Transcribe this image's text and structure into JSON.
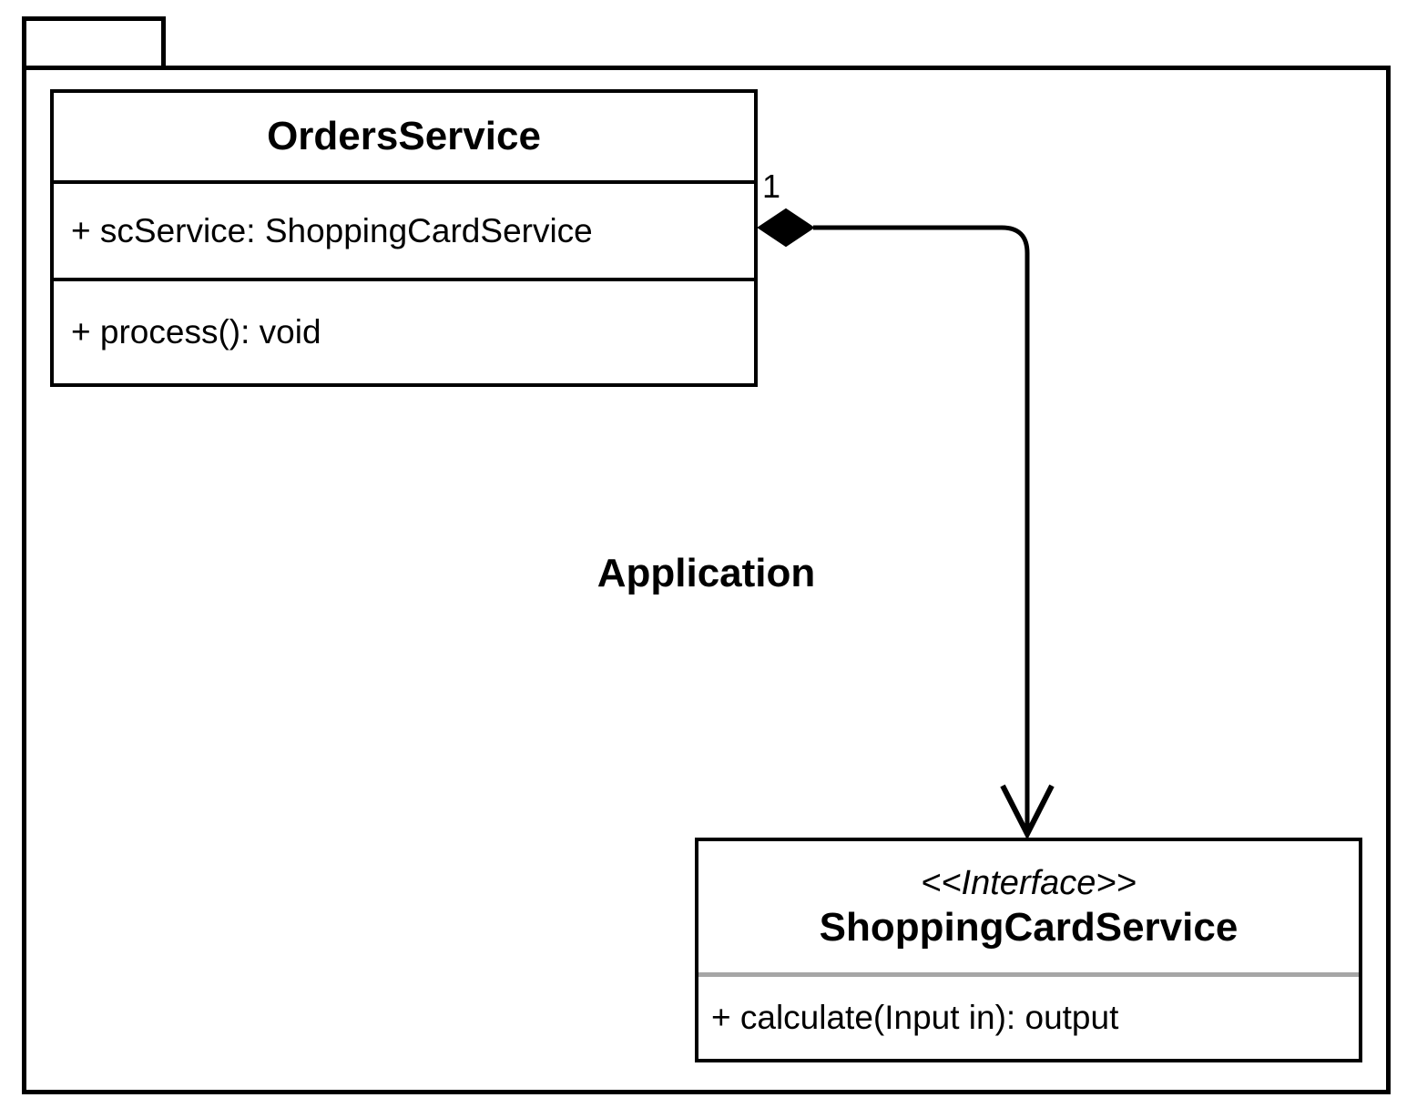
{
  "colors": {
    "stroke": "#000000",
    "text": "#000000",
    "fill": "#ffffff",
    "interface_divider": "#a6a6a6"
  },
  "package": {
    "name": "Application"
  },
  "classes": {
    "orders_service": {
      "title": "OrdersService",
      "attributes": [
        "+ scService: ShoppingCardService"
      ],
      "methods": [
        "+ process(): void"
      ]
    },
    "shopping_card_service": {
      "stereotype": "<<Interface>>",
      "title": "ShoppingCardService",
      "methods": [
        "+ calculate(Input in): output"
      ]
    }
  },
  "relationship": {
    "type": "composition",
    "from": "OrdersService",
    "to": "ShoppingCardService",
    "multiplicity": "1",
    "diamond_icon": "composition-diamond-icon",
    "arrowhead_icon": "open-arrowhead-icon"
  }
}
